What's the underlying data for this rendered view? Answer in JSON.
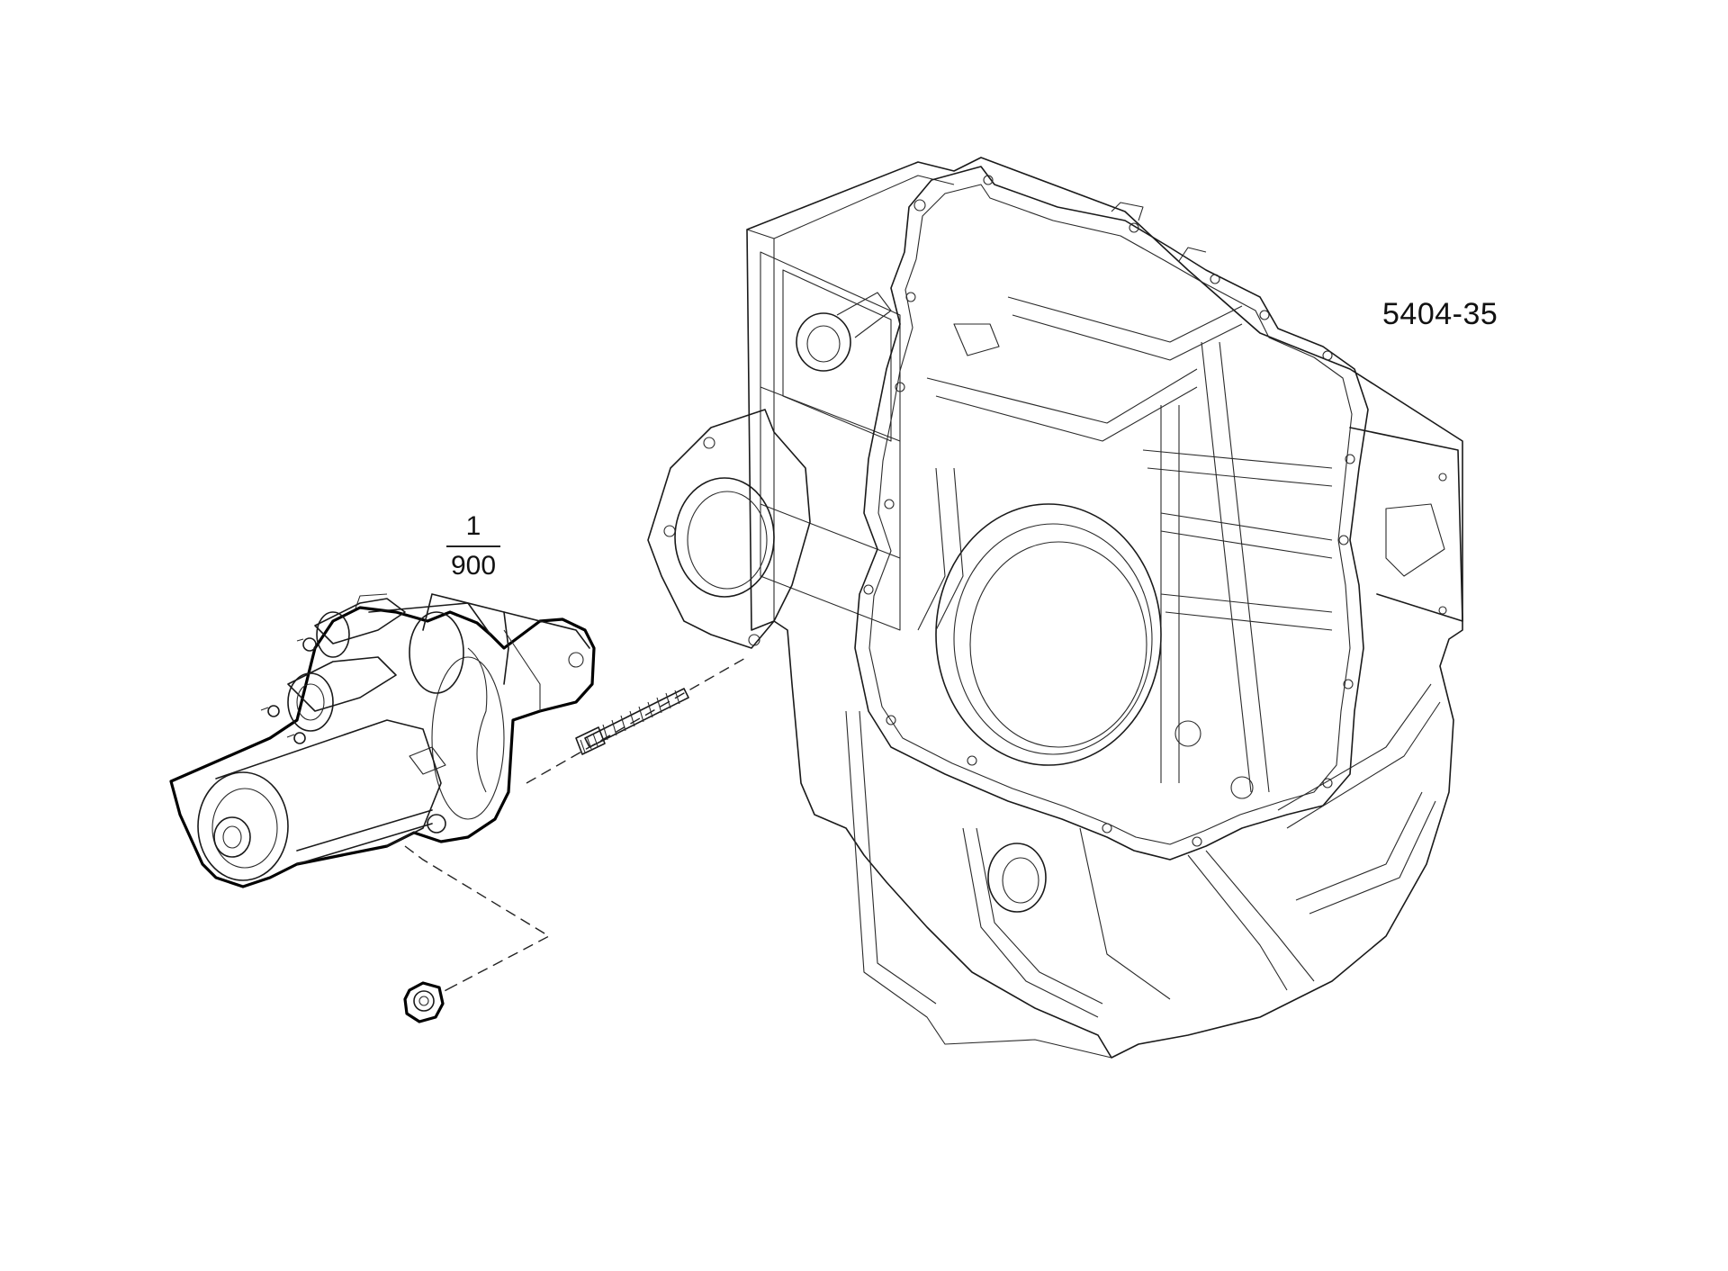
{
  "figure": {
    "code": "5404-35",
    "callout": {
      "item": "1",
      "quantity": "900"
    }
  },
  "parts": {
    "flywheel_housing": "flywheel-housing",
    "starter_motor": "starter-motor",
    "stud": "mounting-stud",
    "nut": "flange-nut"
  },
  "colors": {
    "line": "#1a1a1a",
    "background": "#ffffff"
  }
}
